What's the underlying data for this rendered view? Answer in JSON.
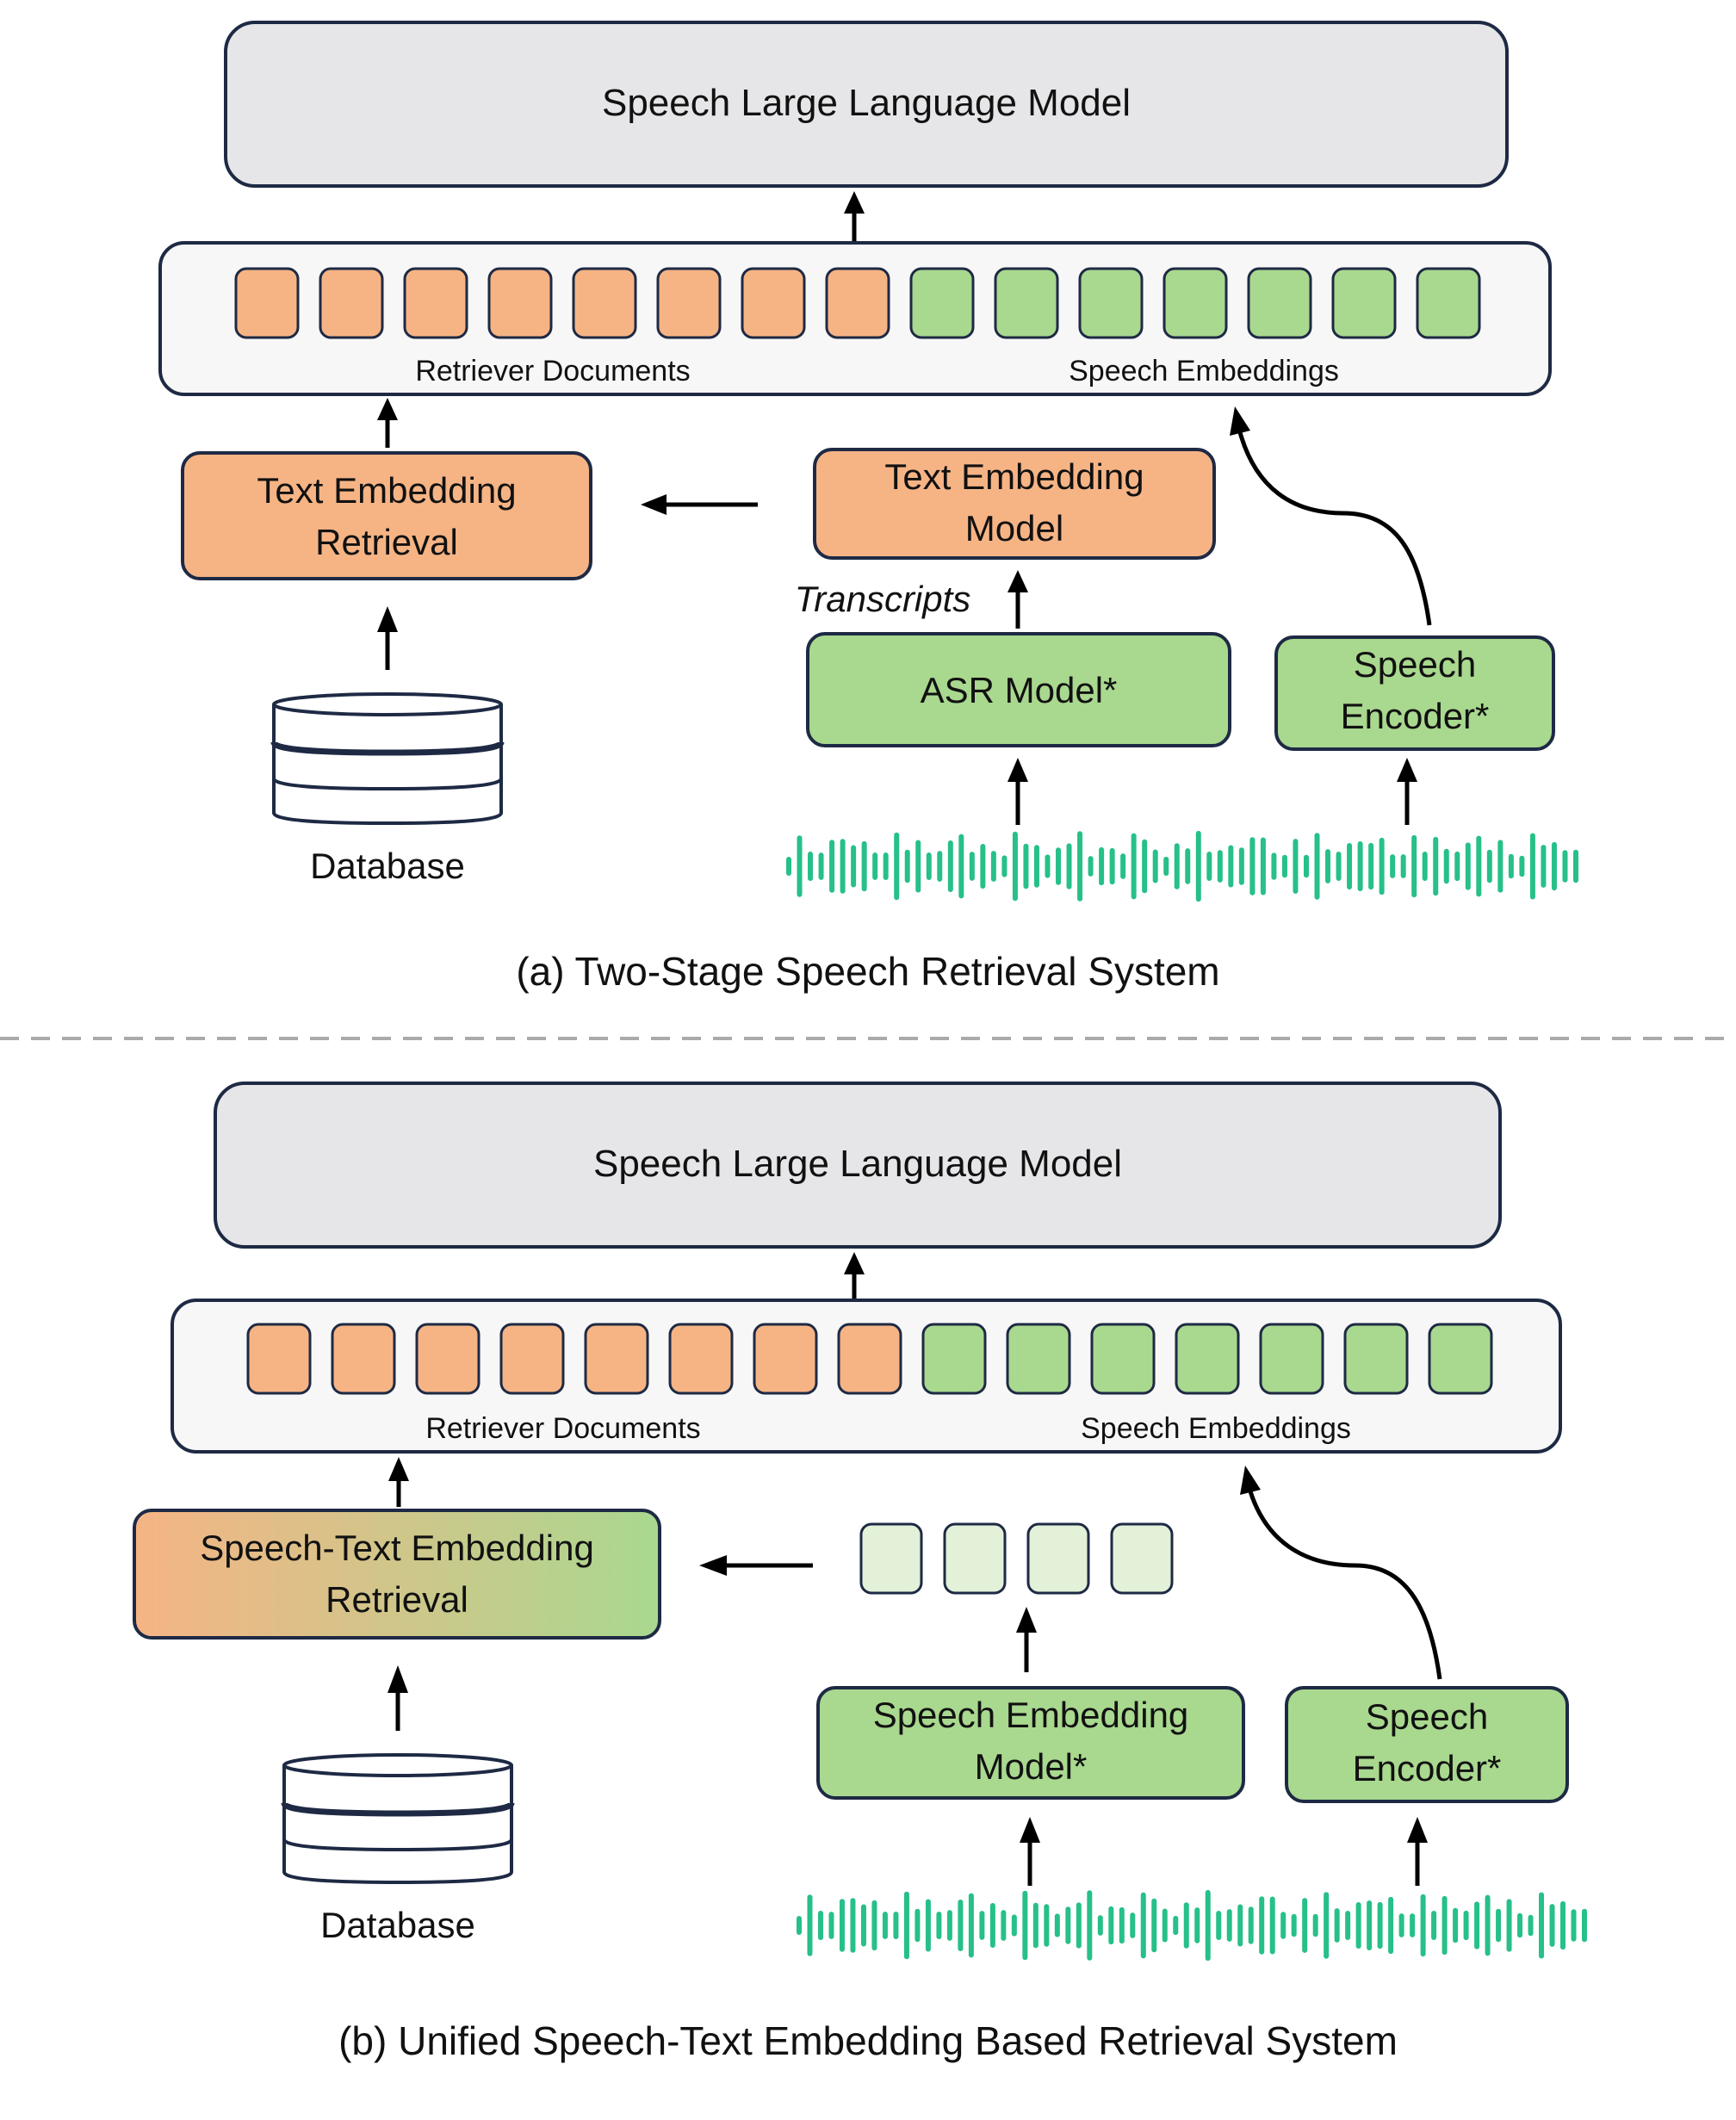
{
  "colors": {
    "orange": "#f6b485",
    "green": "#a9d88f",
    "light_green": "#e2f1d8",
    "llm_gray": "#e6e6e8",
    "panel": "#f7f7f7",
    "stroke": "#1e2a44",
    "wave": "#26c088",
    "divider": "#aaaaaa"
  },
  "panel_a": {
    "llm": "Speech Large Language Model",
    "retriever_docs": "Retriever Documents",
    "speech_embeddings": "Speech Embeddings",
    "retrieval": [
      "Text  Embedding",
      "Retrieval"
    ],
    "embedding_model": [
      "Text Embedding",
      "Model"
    ],
    "transcripts": "Transcripts",
    "asr": "ASR Model*",
    "encoder": [
      "Speech",
      "Encoder*"
    ],
    "database": "Database",
    "caption": "(a) Two-Stage Speech Retrieval System"
  },
  "panel_b": {
    "llm": "Speech Large Language Model",
    "retriever_docs": "Retriever Documents",
    "speech_embeddings": "Speech Embeddings",
    "retrieval": [
      "Speech-Text  Embedding",
      "Retrieval"
    ],
    "embedding_model": [
      "Speech Embedding",
      "Model*"
    ],
    "encoder": [
      "Speech",
      "Encoder*"
    ],
    "database": "Database",
    "caption": "(b) Unified Speech-Text Embedding Based Retrieval System"
  },
  "icons": {
    "arrow": "arrow-icon",
    "database": "database-icon",
    "waveform": "waveform-icon"
  }
}
